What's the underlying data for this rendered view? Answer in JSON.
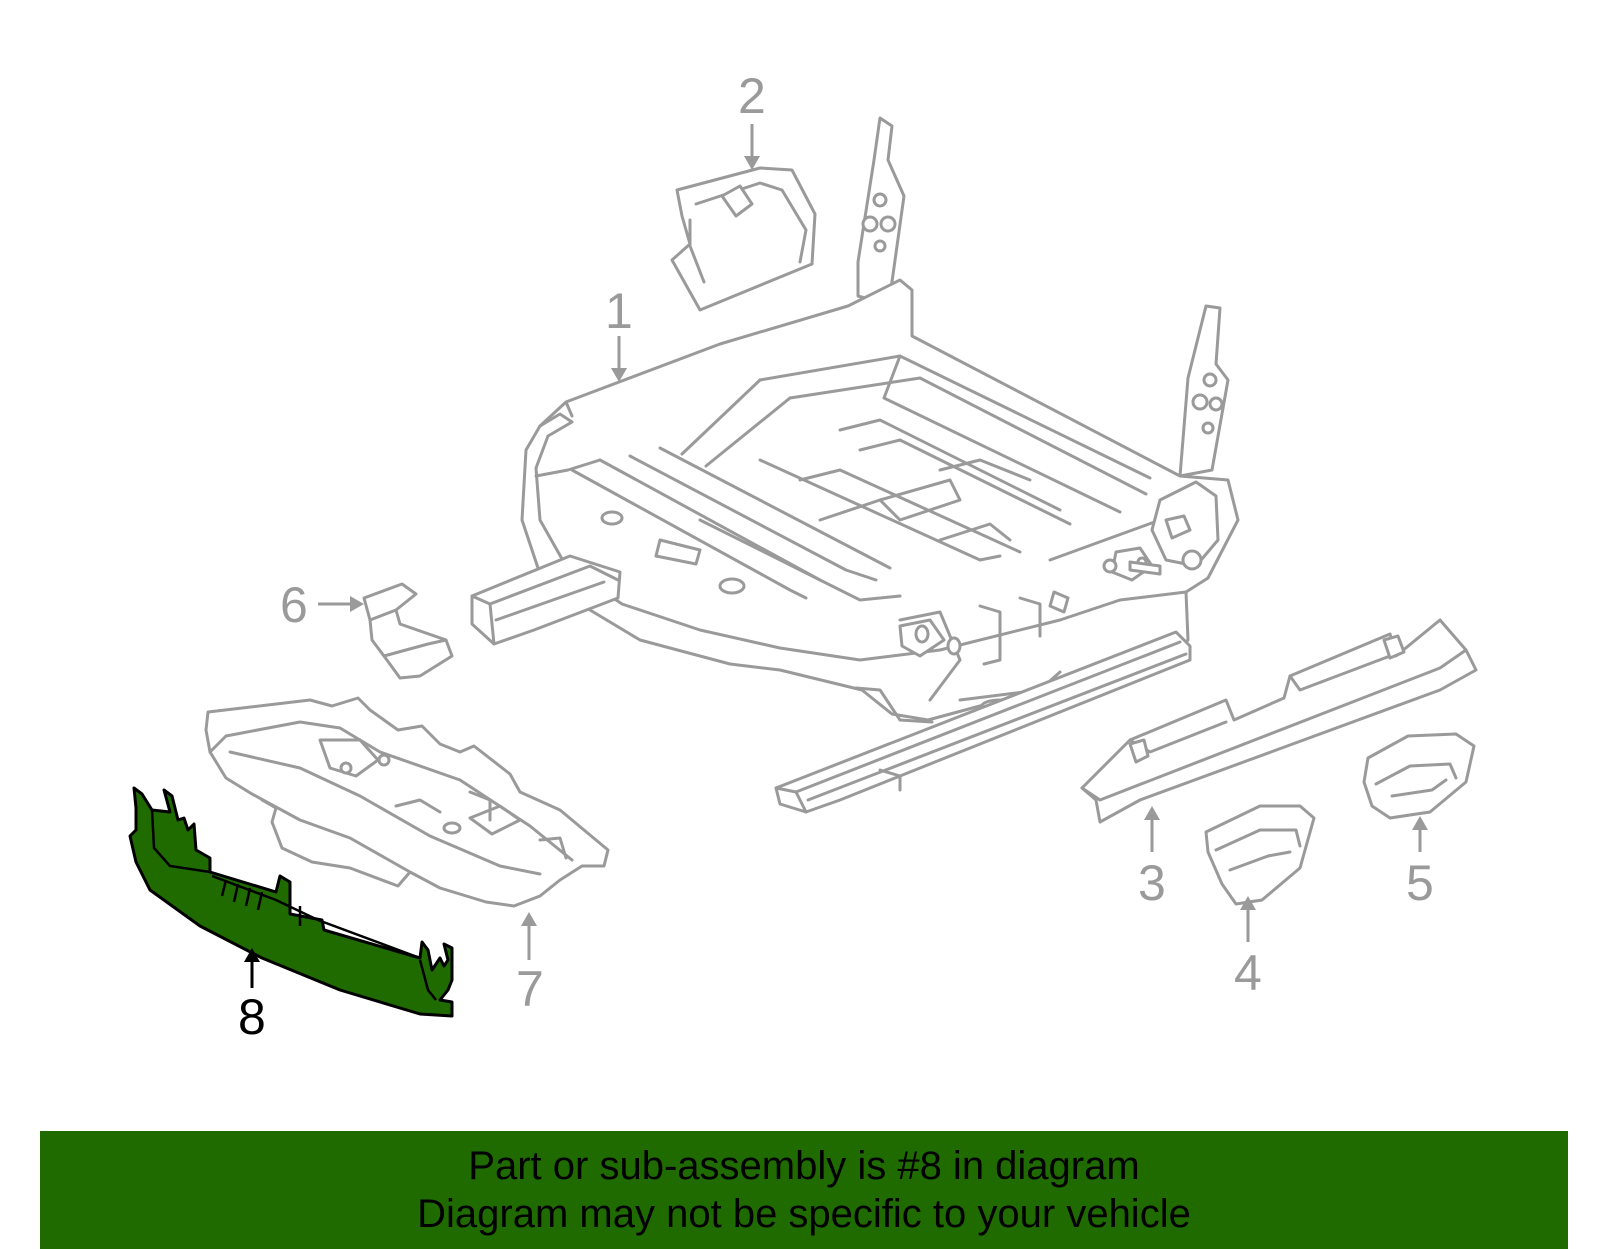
{
  "diagram": {
    "highlight_color": "#1f6b00",
    "line_color": "#9a9a9a",
    "highlighted_callout": "8",
    "callouts": [
      {
        "id": "1",
        "text": "1"
      },
      {
        "id": "2",
        "text": "2"
      },
      {
        "id": "3",
        "text": "3"
      },
      {
        "id": "4",
        "text": "4"
      },
      {
        "id": "5",
        "text": "5"
      },
      {
        "id": "6",
        "text": "6"
      },
      {
        "id": "7",
        "text": "7"
      },
      {
        "id": "8",
        "text": "8"
      }
    ]
  },
  "banner": {
    "background": "#1f6b00",
    "line1": "Part or sub-assembly is #8 in diagram",
    "line2": "Diagram may not be specific to your vehicle"
  }
}
